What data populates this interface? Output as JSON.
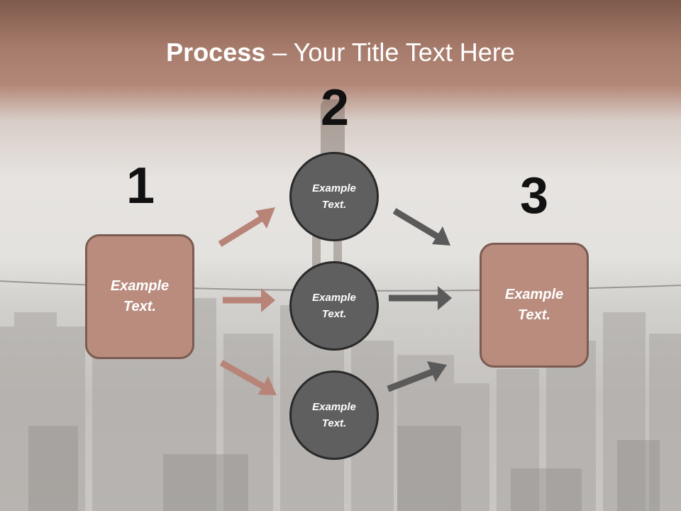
{
  "title": {
    "bold": "Process",
    "rest": " – Your Title Text Here"
  },
  "steps": {
    "one": "1",
    "two": "2",
    "three": "3"
  },
  "left_box": {
    "text": "Example Text."
  },
  "right_box": {
    "text": "Example Text."
  },
  "circles": [
    {
      "text": "Example Text."
    },
    {
      "text": "Example Text."
    },
    {
      "text": "Example Text."
    }
  ],
  "colors": {
    "box_fill": "#b98c7e",
    "box_border": "#7b5c52",
    "circle_fill": "#5f5f5f",
    "arrow_brown": "#b98478",
    "arrow_gray": "#5a5a5a",
    "title_band": "#a87c6c"
  }
}
